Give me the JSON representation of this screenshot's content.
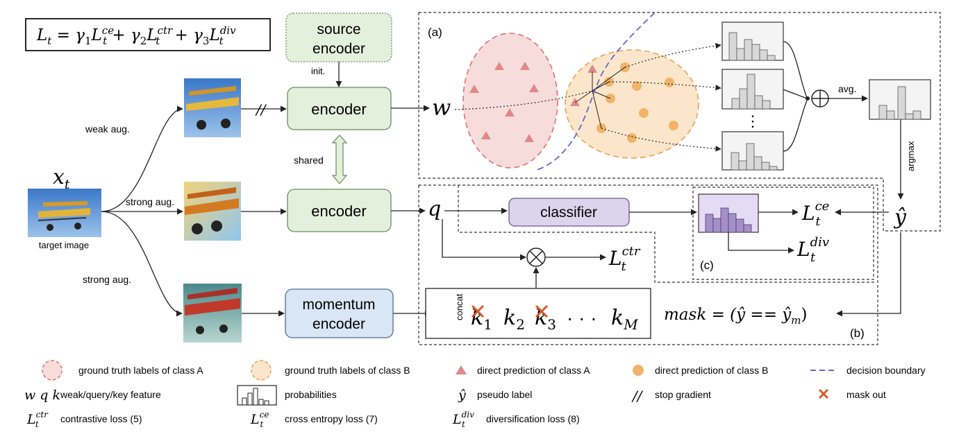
{
  "formula": {
    "lhs": "L",
    "lhs_sub": "t",
    "eq": " = ",
    "g1": "γ",
    "g1_sub": "1",
    "L1_sup": "ce",
    "plus": " + ",
    "g2": "γ",
    "g2_sub": "2",
    "L2_sup": "ctr",
    "g3": "γ",
    "g3_sub": "3",
    "L3_sup": "div",
    "L": "L",
    "t": "t"
  },
  "boxes": {
    "source_encoder_line1": "source",
    "source_encoder_line2": "encoder",
    "encoder_weak": "encoder",
    "encoder_strong": "encoder",
    "momentum_line1": "momentum",
    "momentum_line2": "encoder",
    "classifier": "classifier"
  },
  "arrows": {
    "init": "init.",
    "shared": "shared",
    "weak_aug": "weak aug.",
    "strong_aug_1": "strong aug.",
    "strong_aug_2": "strong aug.",
    "avg": "avg.",
    "argmax": "argmax",
    "stop_gradient_mark": "//"
  },
  "target": {
    "x": "x",
    "x_sub": "t",
    "caption": "target image"
  },
  "features": {
    "w": "w",
    "q": "q",
    "k": "k"
  },
  "queue": {
    "concat": "concat",
    "k1": "k",
    "k1_sub": "1",
    "k2": "k",
    "k2_sub": "2",
    "k3": "k",
    "k3_sub": "3",
    "dots": "· · ·",
    "kM": "k",
    "kM_sub": "M"
  },
  "panels": {
    "a": "(a)",
    "b": "(b)",
    "c": "(c)",
    "vdots": "⋮"
  },
  "losses": {
    "ce_sup": "ce",
    "div_sup": "div",
    "ctr_sup": "ctr"
  },
  "pseudo": {
    "y_hat": "ŷ"
  },
  "mask_eq": "mask = (ŷ == ŷ",
  "mask_eq_sub": "m",
  "mask_eq_close": ")",
  "legend": {
    "class_a_region": "ground truth labels of class A",
    "class_b_region": "ground truth labels of class B",
    "pred_a": "direct prediction of class A",
    "pred_b": "direct prediction of class B",
    "boundary": "decision boundary",
    "wqk_symbol": "w q k",
    "wqk": "weak/query/key feature",
    "probabilities": "probabilities",
    "yhat_symbol": "ŷ",
    "pseudo_label": "pseudo label",
    "stop_symbol": "//",
    "stop_gradient": "stop gradient",
    "mask_out": "mask out",
    "ctr_loss": "contrastive loss (5)",
    "ce_loss": "cross entropy loss (7)",
    "div_loss": "diversification loss (8)"
  },
  "colors": {
    "encoder_fill": "#e3f0dc",
    "encoder_stroke": "#6a8a5c",
    "momentum_fill": "#d8e6f5",
    "classifier_fill": "#dcd3ec",
    "class_a": "#e0898a",
    "class_b": "#f0b36a",
    "boundary": "#6666cc",
    "mask": "#d65a2a"
  }
}
